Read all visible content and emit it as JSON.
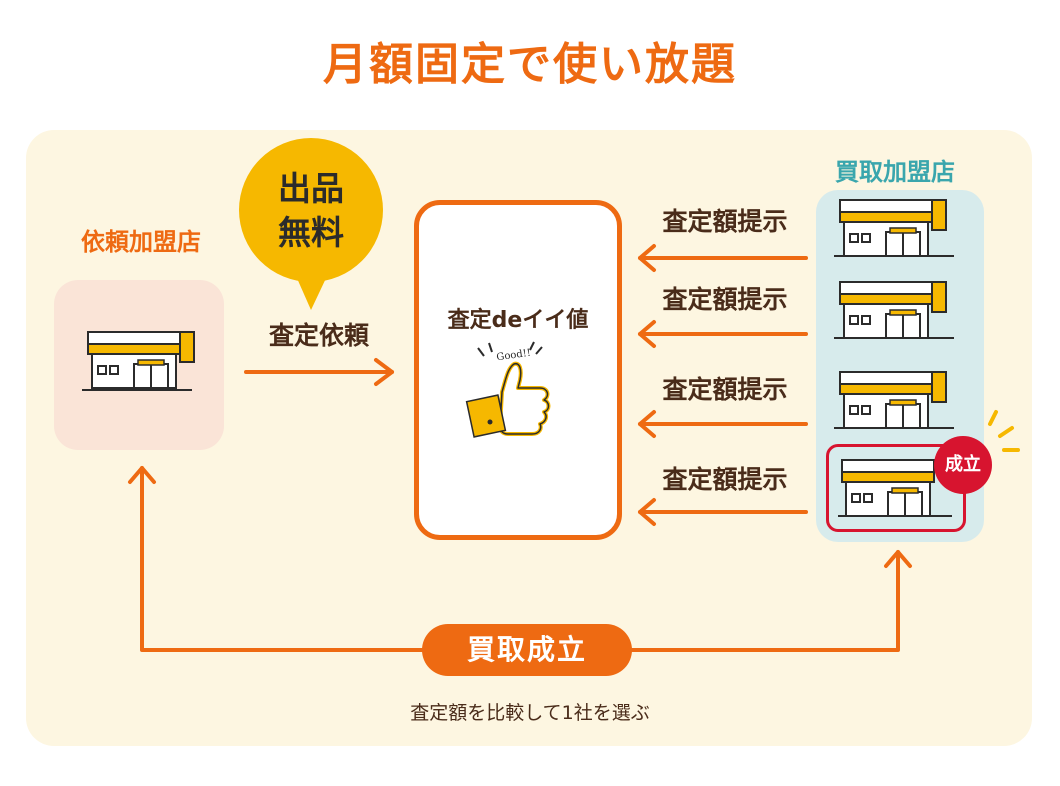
{
  "title": "月額固定で使い放題",
  "client": {
    "label": "依頼加盟店"
  },
  "buyers": {
    "label": "買取加盟店"
  },
  "bubble": {
    "line1": "出品",
    "line2": "無料"
  },
  "request": {
    "label": "査定依頼"
  },
  "app": {
    "name": "査定deイイ値",
    "thumb_text": "Good!!"
  },
  "quotes": [
    "査定額提示",
    "査定額提示",
    "査定額提示",
    "査定額提示"
  ],
  "success_badge": "成立",
  "success_pill": "買取成立",
  "caption": "査定額を比較して1社を選ぶ",
  "colors": {
    "accent_orange": "#ee6a12",
    "teal_label": "#3aa6ad",
    "badge_red": "#d7142f",
    "bubble_yellow": "#f6b800",
    "panel_cream": "#fdf6e1"
  }
}
